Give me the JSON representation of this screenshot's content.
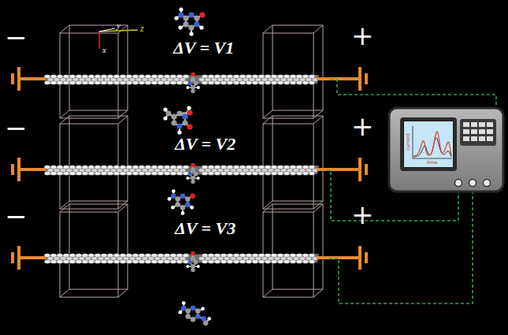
{
  "diagram": {
    "nodes": [
      {
        "text": [
          "current",
          "time"
        ]
      }
    ],
    "labels": [
      "−",
      "+",
      "ΔV = V1",
      "−",
      "+",
      "ΔV = V2",
      "−",
      "+",
      "ΔV = V3",
      "y",
      "z",
      "x"
    ]
  }
}
